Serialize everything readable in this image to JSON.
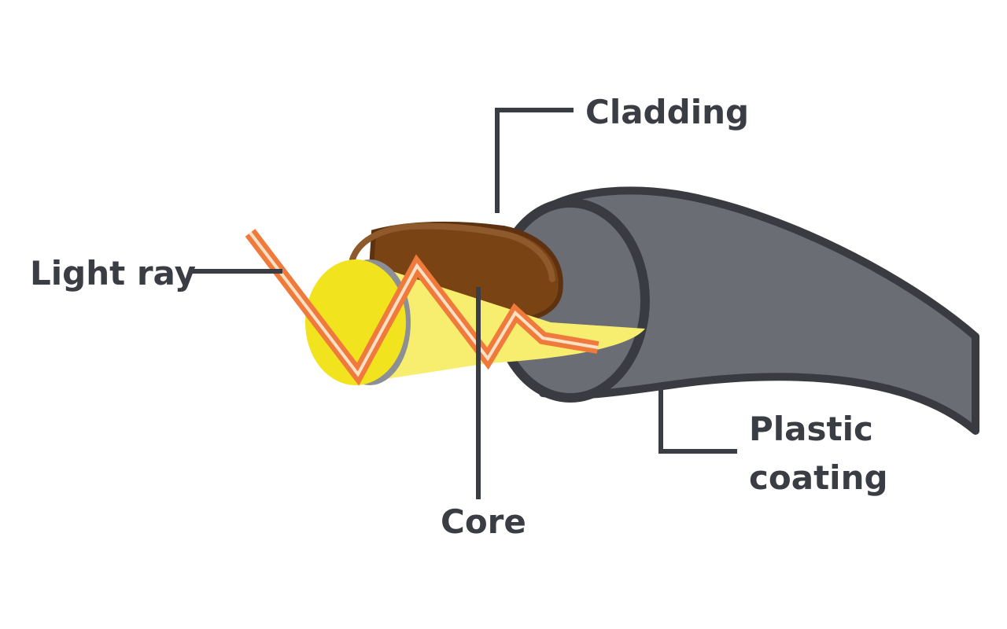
{
  "labels": {
    "cladding": "Cladding",
    "light_ray": "Light ray",
    "core": "Core",
    "plastic_line1": "Plastic",
    "plastic_line2": "coating"
  },
  "colors": {
    "label_text": "#3b3d44",
    "leader_line": "#3b3d44",
    "coating_fill": "#6b6d74",
    "coating_outline": "#3a3b40",
    "cladding_fill": "#7a4314",
    "core_fill": "#f7ed6f",
    "core_face": "#f2e31f",
    "light_ray": "#f07a3b"
  }
}
